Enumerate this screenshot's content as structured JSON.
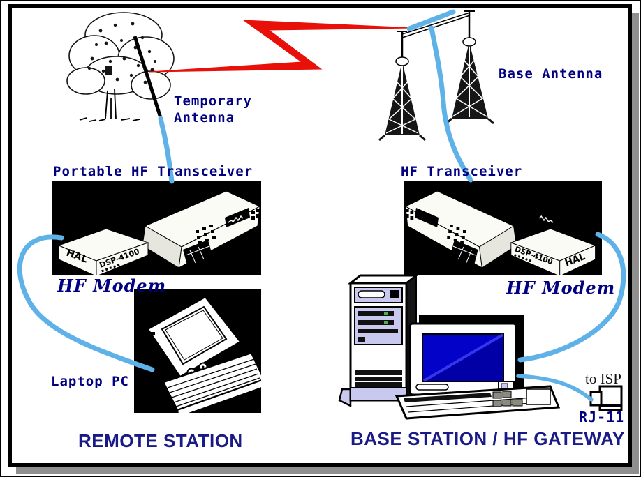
{
  "labels": {
    "temporary_antenna": "Temporary\nAntenna",
    "portable_hf_transceiver": "Portable HF Transceiver",
    "base_antenna": "Base Antenna",
    "hf_transceiver": "HF Transceiver",
    "hf_modem_left": "HF Modem",
    "hf_modem_right": "HF Modem",
    "laptop_pc": "Laptop PC",
    "to_isp": "to ISP",
    "rj11": "RJ-11",
    "remote_station": "REMOTE STATION",
    "base_station": "BASE STATION / HF GATEWAY"
  },
  "equipment": {
    "modem_brand": "HAL",
    "modem_model": "DSP-4100"
  },
  "colors": {
    "label_navy": "#000080",
    "title_navy": "#1a1a87",
    "rf_red": "#e81109",
    "cable_blue": "#5fb2e8",
    "shadow_gray": "#8f8f8f",
    "pc_lavender": "#c9c9ef",
    "screen_blue": "#0202c8",
    "image_background": "#000000"
  },
  "icons": [
    "tree-icon",
    "temporary-antenna-wire",
    "rf-lightning-bolt",
    "antenna-tower-icon",
    "dipole-wire-icon",
    "hf-transceiver-icon",
    "hf-modem-icon",
    "laptop-icon",
    "pc-tower-icon",
    "monitor-icon",
    "keyboard-icon",
    "rj11-connector-icon",
    "coax-cable"
  ]
}
